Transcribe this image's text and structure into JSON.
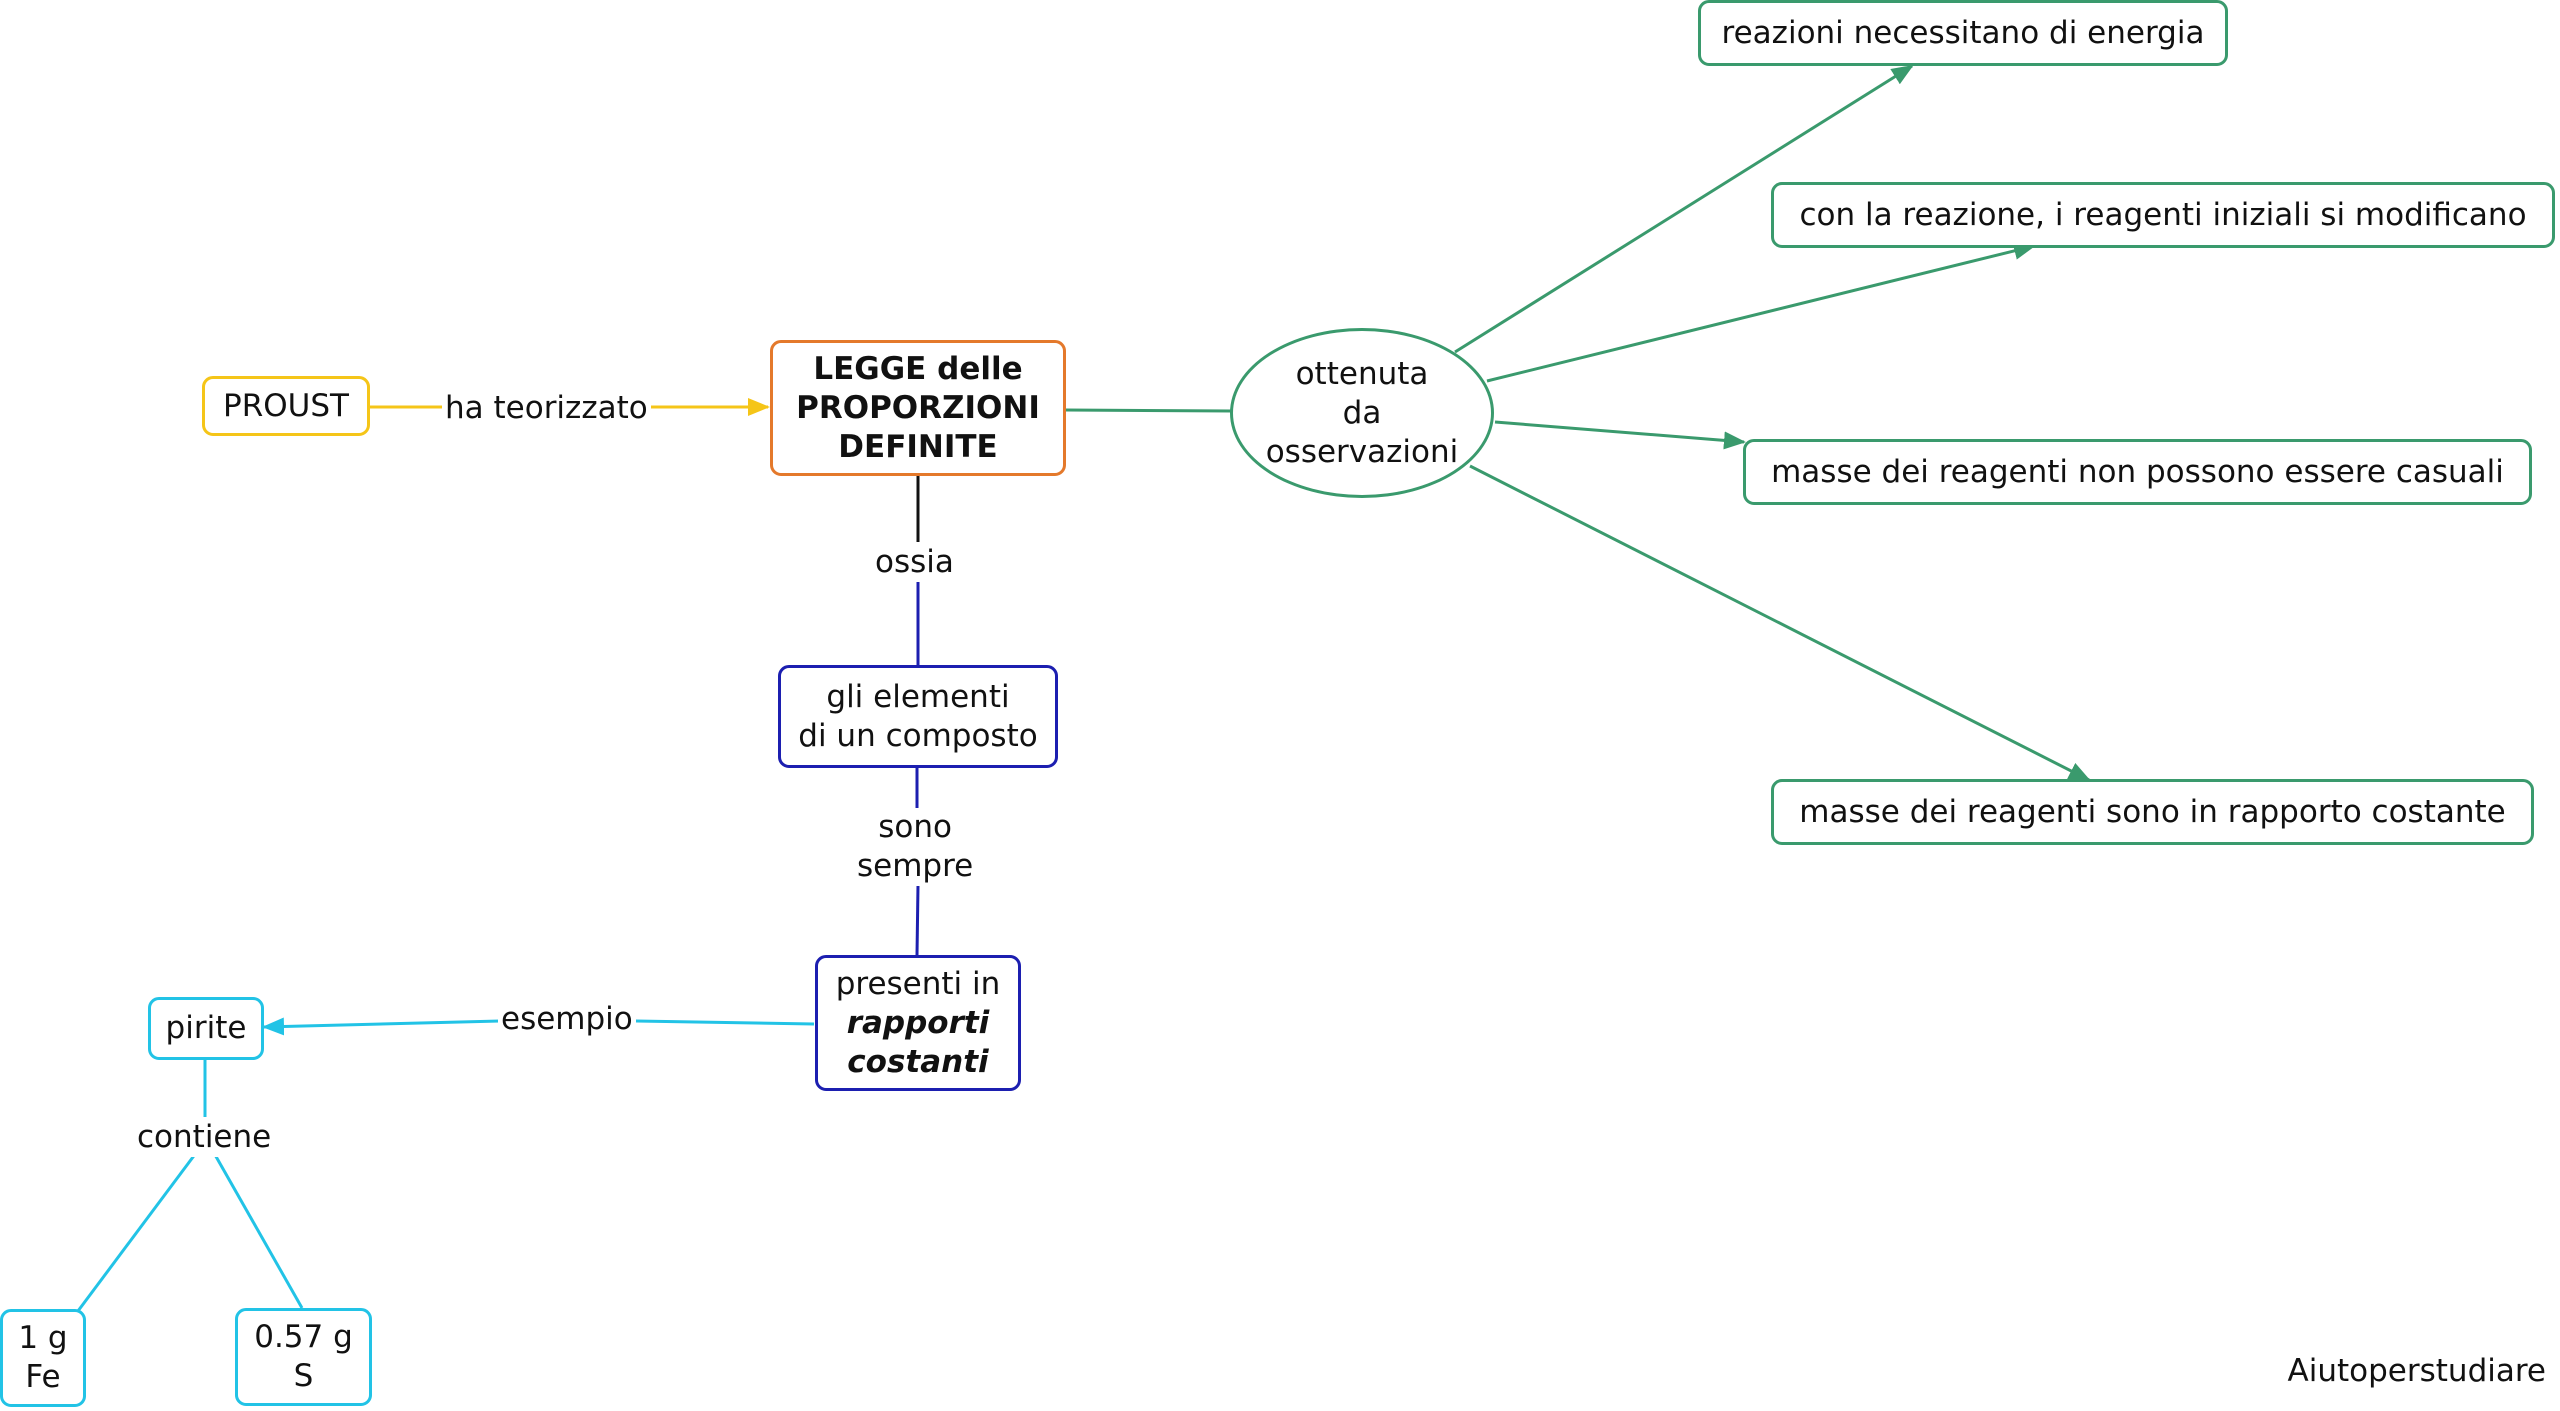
{
  "nodes": {
    "proust": "PROUST",
    "legge": [
      "LEGGE delle",
      "PROPORZIONI",
      "DEFINITE"
    ],
    "elementi": [
      "gli elementi",
      "di un composto"
    ],
    "presenti": [
      "presenti in",
      "rapporti",
      "costanti"
    ],
    "pirite": "pirite",
    "fe": [
      "1 g",
      "Fe"
    ],
    "s": [
      "0.57 g",
      "S"
    ],
    "ottenuta": [
      "ottenuta",
      "da",
      "osservazioni"
    ],
    "obs1": "reazioni necessitano di energia",
    "obs2": "con la reazione, i reagenti iniziali si modificano",
    "obs3": "masse dei reagenti non possono essere casuali",
    "obs4": "masse dei reagenti sono in rapporto costante"
  },
  "links": {
    "ha_teorizzato": "ha teorizzato",
    "ossia": "ossia",
    "sono_sempre": [
      "sono",
      "sempre"
    ],
    "esempio": "esempio",
    "contiene": "contiene"
  },
  "colors": {
    "yellow": "#f5c518",
    "orange": "#e4792b",
    "blue": "#1c1fb0",
    "cyan": "#22c3e6",
    "green": "#3a9a6d"
  },
  "watermark": "Aiutoperstudiare"
}
